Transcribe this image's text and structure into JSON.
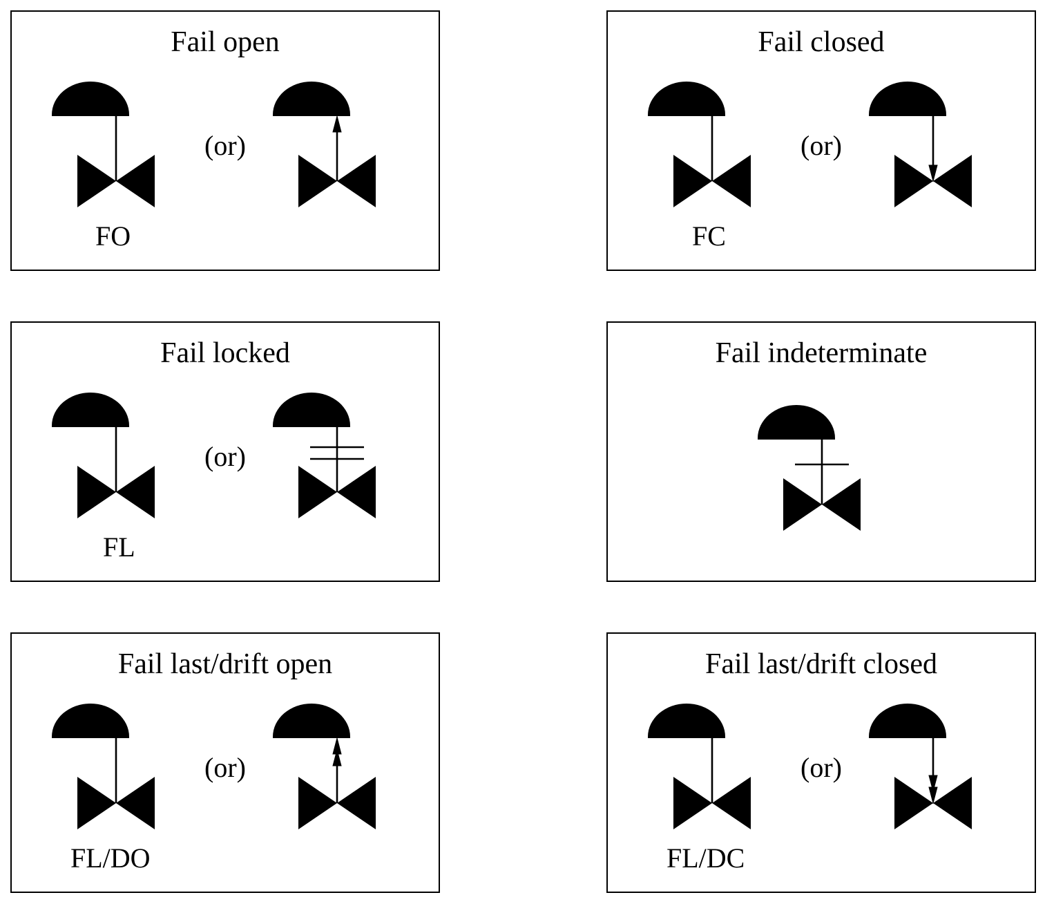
{
  "panels": [
    {
      "title": "Fail open",
      "or": "(or)",
      "code": "FO"
    },
    {
      "title": "Fail closed",
      "or": "(or)",
      "code": "FC"
    },
    {
      "title": "Fail locked",
      "or": "(or)",
      "code": "FL"
    },
    {
      "title": "Fail indeterminate"
    },
    {
      "title": "Fail last/drift open",
      "or": "(or)",
      "code": "FL/DO"
    },
    {
      "title": "Fail last/drift closed",
      "or": "(or)",
      "code": "FL/DC"
    }
  ],
  "colors": {
    "line": "#000000",
    "background": "#ffffff"
  }
}
